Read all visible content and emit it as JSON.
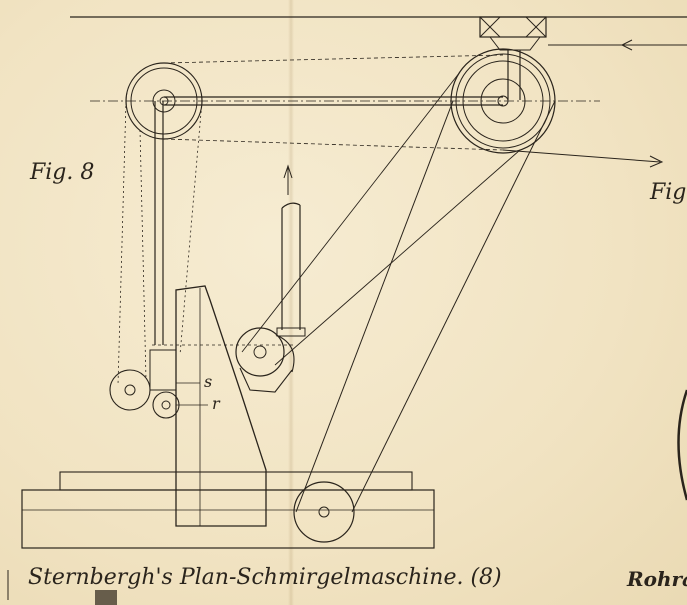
{
  "figure": {
    "fig_label": "Fig. 8",
    "fig_label_right": "Fig.",
    "label_s": "s",
    "label_r": "r",
    "caption": "Sternbergh's Plan-Schmirgelmaschine. (8)",
    "caption_right": "Rohra"
  },
  "colors": {
    "paper": "#f3e7c9",
    "ink": "#2a241c"
  }
}
